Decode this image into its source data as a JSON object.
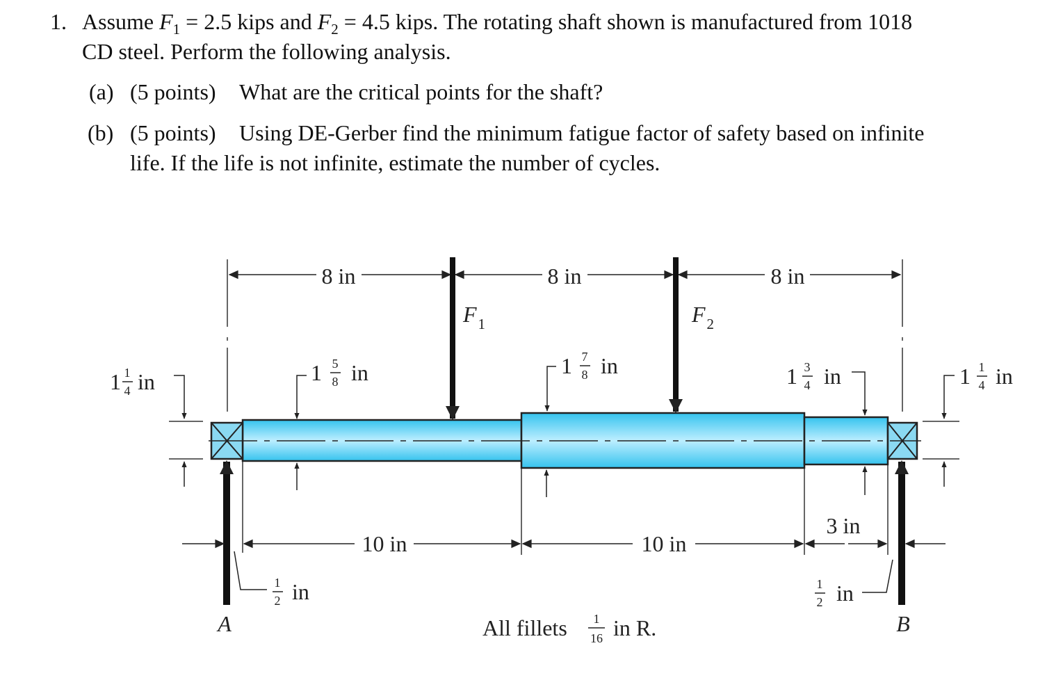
{
  "problem": {
    "number": "1.",
    "intro_prefix": "Assume ",
    "f1_symbol": "F",
    "f1_sub": "1",
    "f1_eq": " = 2.5 kips and ",
    "f2_symbol": "F",
    "f2_sub": "2",
    "f2_eq": " = 4.5 kips. The rotating shaft shown is manufactured from 1018",
    "intro_line2": "CD steel. Perform the following analysis.",
    "parts": [
      {
        "label": "(a)",
        "points": "(5 points)",
        "text": "What are the critical points for the shaft?"
      },
      {
        "label": "(b)",
        "points": "(5 points)",
        "text": "Using DE-Gerber find the minimum fatigue factor of safety based on infinite",
        "text_line2": "life. If the life is not infinite, estimate the number of cycles."
      }
    ]
  },
  "figure": {
    "top_dims": [
      "8 in",
      "8 in",
      "8 in"
    ],
    "bottom_dims": [
      "10 in",
      "10 in",
      "3 in"
    ],
    "force_labels": {
      "f1": "F",
      "f1_sub": "1",
      "f2": "F",
      "f2_sub": "2"
    },
    "diameters": {
      "left_bearing": {
        "whole": "1",
        "num": "1",
        "den": "4",
        "unit": "in"
      },
      "left_section": {
        "whole": "1",
        "num": "5",
        "den": "8",
        "unit": "in"
      },
      "middle_section": {
        "whole": "1",
        "num": "7",
        "den": "8",
        "unit": "in"
      },
      "right_section": {
        "whole": "1",
        "num": "3",
        "den": "4",
        "unit": "in"
      },
      "right_bearing": {
        "whole": "1",
        "num": "1",
        "den": "4",
        "unit": "in"
      }
    },
    "half_inch_left": {
      "num": "1",
      "den": "2",
      "unit": "in"
    },
    "half_inch_right": {
      "num": "1",
      "den": "2",
      "unit": "in"
    },
    "support_labels": {
      "a": "A",
      "b": "B"
    },
    "fillet_note": {
      "prefix": "All fillets",
      "num": "1",
      "den": "16",
      "suffix": "in R."
    },
    "colors": {
      "shaft": "#35c3ee",
      "shaft_highlight": "#bdeeff",
      "outline": "#222222"
    }
  }
}
